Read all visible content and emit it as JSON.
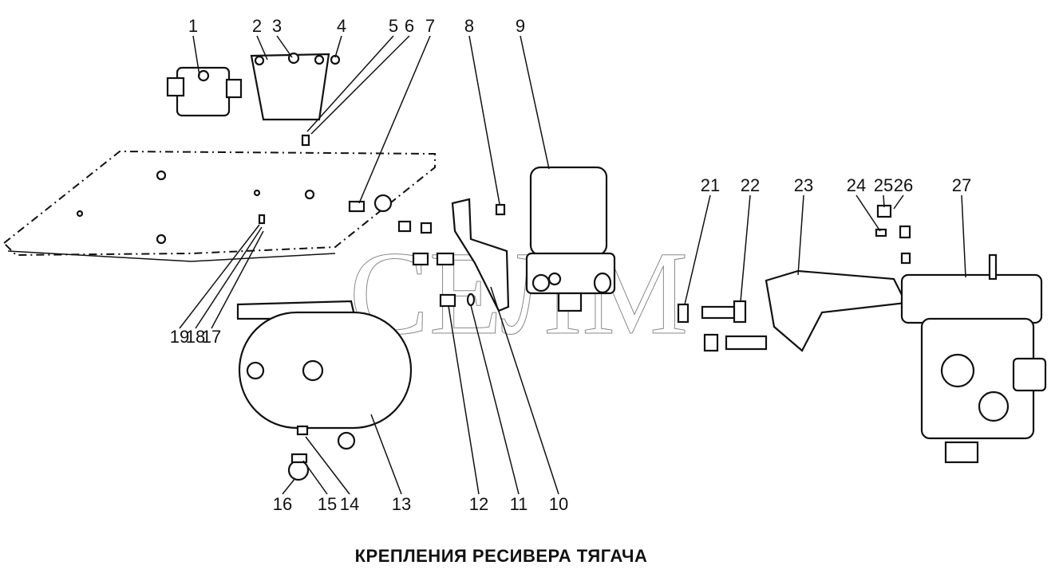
{
  "title": "КРЕПЛЕНИЯ РЕСИВЕРА ТЯГАЧА",
  "watermark": "СЕЛМ",
  "callouts": {
    "top": [
      "1",
      "2",
      "3",
      "4",
      "5",
      "6",
      "7",
      "8",
      "9"
    ],
    "right": [
      "21",
      "22",
      "23",
      "24",
      "25",
      "26",
      "27"
    ],
    "bottom": [
      "19",
      "18",
      "17",
      "16",
      "15",
      "14",
      "13",
      "12",
      "11",
      "10"
    ]
  }
}
